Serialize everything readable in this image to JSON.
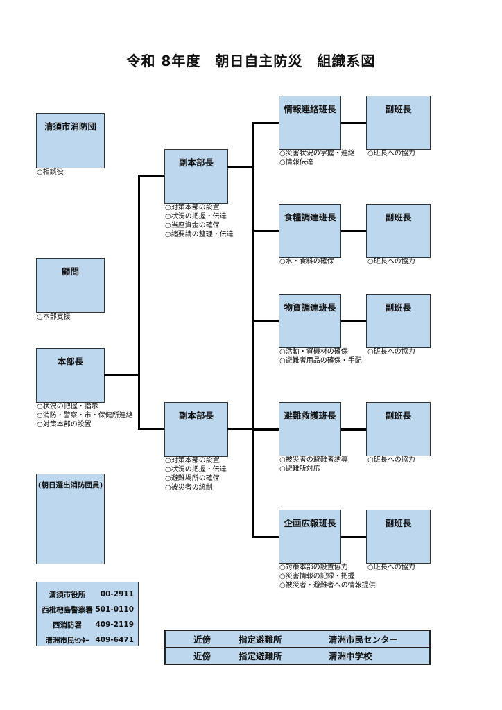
{
  "title": "令和 8年度　朝日自主防災　組織系図",
  "left": {
    "fire_brigade": {
      "label": "清須市消防団",
      "notes": [
        "○相談役"
      ]
    },
    "advisor": {
      "label": "顧問",
      "notes": [
        "○本部支援"
      ]
    },
    "chief": {
      "label": "本部長",
      "notes": [
        "○状況の把握・指示",
        "○消防・警察・市・保健所連絡",
        "○対策本部の設置"
      ]
    },
    "members": {
      "label": "(朝日選出消防団員)"
    }
  },
  "vice_chiefs": [
    {
      "label": "副本部長",
      "notes": [
        "○対策本部の設置",
        "○状況の把握・伝達",
        "○当座資金の確保",
        "○諸要請の整理・伝達"
      ]
    },
    {
      "label": "副本部長",
      "notes": [
        "○対策本部の設置",
        "○状況の把握・伝達",
        "○避難場所の確保",
        "○被災者の統制"
      ]
    }
  ],
  "teams": [
    {
      "label": "情報連絡班長",
      "notes": [
        "○災害状況の掌握・連絡",
        "○情報伝達"
      ],
      "deputy": "副班長",
      "deputy_notes": [
        "○班長への協力"
      ]
    },
    {
      "label": "食糧調達班長",
      "notes": [
        "○水・食料の確保"
      ],
      "deputy": "副班長",
      "deputy_notes": [
        "○班長への協力"
      ]
    },
    {
      "label": "物資調達班長",
      "notes": [
        "○活動・資機材の確保",
        "○避難者用品の確保・手配"
      ],
      "deputy": "副班長",
      "deputy_notes": [
        "○班長への協力"
      ]
    },
    {
      "label": "避難救護班長",
      "notes": [
        "○被災者の避難者誘導",
        "○避難所対応"
      ],
      "deputy": "副班長",
      "deputy_notes": [
        "○班長への協力"
      ]
    },
    {
      "label": "企画広報班長",
      "notes": [
        "○対策本部の設置協力",
        "○災害情報の記録・把握",
        "○被災者・避難者への情報提供"
      ],
      "deputy": "副班長",
      "deputy_notes": [
        "○班長への協力"
      ]
    }
  ],
  "contacts": [
    {
      "name": "清須市役所",
      "number": "00-2911"
    },
    {
      "name": "西枇杷島警察署",
      "number": "501-0110"
    },
    {
      "name": "西消防署",
      "number": "409-2119"
    },
    {
      "name": "清洲市民ｾﾝﾀｰ",
      "number": "409-6471"
    }
  ],
  "shelters": [
    {
      "c1": "近傍",
      "c2": "指定避難所",
      "c3": "清洲市民センター"
    },
    {
      "c1": "近傍",
      "c2": "指定避難所",
      "c3": "清洲中学校"
    }
  ],
  "colors": {
    "box_fill": "#bdd7ee",
    "line": "#000000"
  }
}
